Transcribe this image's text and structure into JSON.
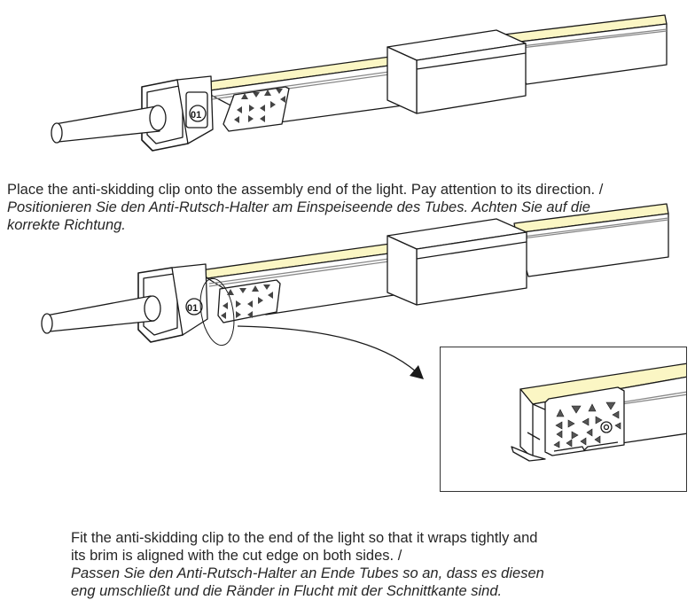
{
  "step1": {
    "en": "Place the anti-skidding clip onto the assembly end of the light. Pay attention to its direction. /",
    "de_line1": "Positionieren Sie den Anti-Rutsch-Halter am Einspeiseende des Tubes. Achten Sie auf die",
    "de_line2": "korrekte Richtung."
  },
  "step2": {
    "en_line1": "Fit the anti-skidding clip to the end of the light so that it wraps tightly and",
    "en_line2": "its brim is aligned with the cut edge on both sides. /",
    "de_line1": "Passen Sie den Anti-Rutsch-Halter an Ende Tubes so an, dass es diesen",
    "de_line2": "eng umschließt und die Ränder in Flucht mit der Schnittkante sind."
  },
  "illustration": {
    "connector_label": "01",
    "colors": {
      "light_strip": "#fbf6c4",
      "outline": "#1a1a1a",
      "body": "#ffffff"
    }
  }
}
